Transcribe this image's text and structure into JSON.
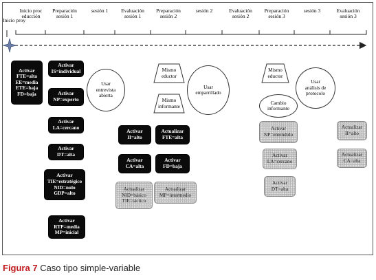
{
  "timeline": {
    "start_label": "Inicio proy",
    "phases": [
      "Inicio proc educción",
      "Preparación sesión 1",
      "sesión 1",
      "Evaluación sesión 1",
      "Preparación sesión 2",
      "sesión 2",
      "Evaluación sesión 2",
      "Preparación sesión 3",
      "sesión 3",
      "Evaluación sesión 3"
    ]
  },
  "init_block": [
    "Activar",
    "FTE=alta",
    "EE=media",
    "ETE=baja",
    "FD=baja"
  ],
  "session1_prep": [
    [
      "Activar",
      "IS=individual"
    ],
    [
      "Activar",
      "NP=experto"
    ],
    [
      "Activar",
      "LA=cercano"
    ],
    [
      "Activar",
      "DT=alta"
    ],
    [
      "Activar",
      "TIE=estratégico",
      "NID=nulo",
      "GDP=alto"
    ],
    [
      "Activar",
      "RTP=media",
      "MP=inicial"
    ]
  ],
  "session1_technique": [
    "Usar",
    "entrevista",
    "abierta"
  ],
  "session1_eval": {
    "black": [
      [
        "Activar",
        "II=alto"
      ],
      [
        "Activar",
        "CA=alta"
      ]
    ],
    "grey": [
      [
        "Actualizar",
        "NID=básico",
        "TIE=táctico"
      ]
    ]
  },
  "session2_prep": {
    "trap1": [
      "Mismo",
      "eductor"
    ],
    "trap2": [
      "Mismo",
      "informante"
    ],
    "black": [
      [
        "Actualizar",
        "FTE=alta"
      ],
      [
        "Activar",
        "FD=baja"
      ]
    ],
    "grey": [
      [
        "Actualizar",
        "MP=intermedio"
      ]
    ]
  },
  "session2_technique": [
    "Usar",
    "emparrillado"
  ],
  "session3_prep": {
    "trap1": [
      "Mismo",
      "eductor"
    ],
    "change": [
      "Cambio",
      "informante"
    ],
    "grey": [
      [
        "Activar",
        "NP=entendido"
      ],
      [
        "Activar",
        "LA=cercano"
      ],
      [
        "Activar",
        "DT=alta"
      ]
    ]
  },
  "session3_technique": [
    "Usar",
    "análisis de",
    "protocolo"
  ],
  "session3_eval": {
    "grey": [
      [
        "Actualizar",
        "II=alto"
      ],
      [
        "Actualizar",
        "CA=alta"
      ]
    ]
  },
  "caption": {
    "prefix": "Figura 7",
    "text": " Caso tipo simple-variable"
  }
}
